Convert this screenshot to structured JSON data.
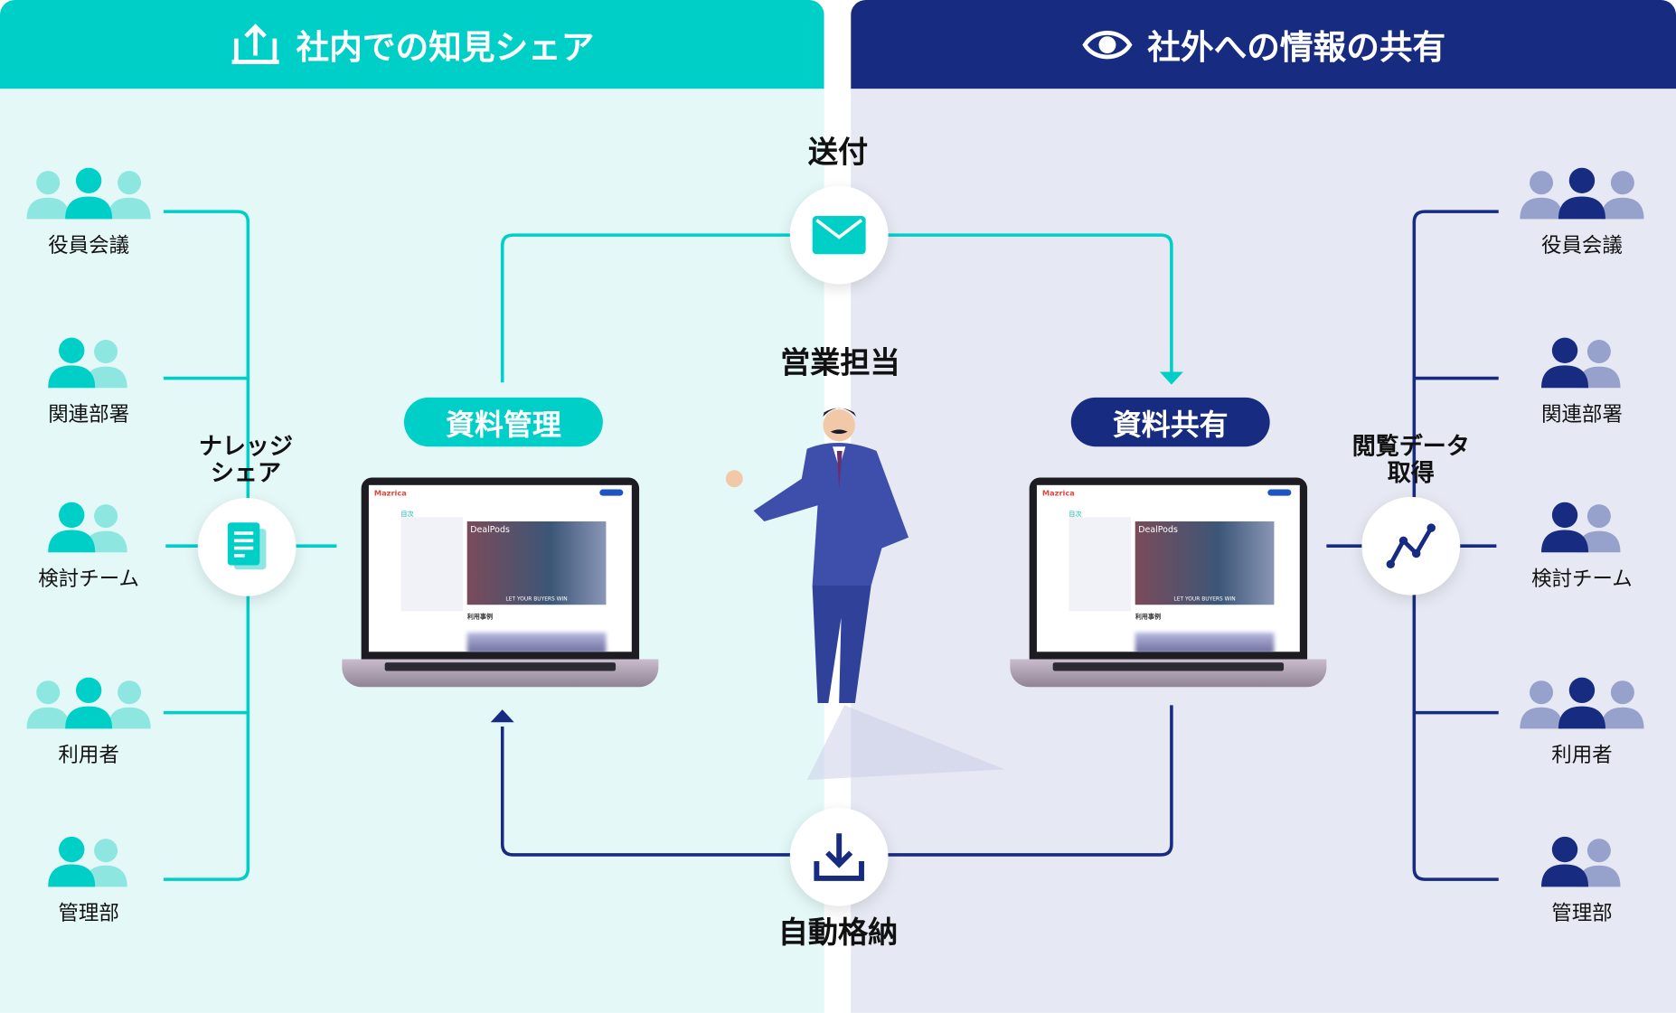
{
  "left_panel": {
    "title": "社内での知見シェア",
    "header_icon": "upload-icon",
    "color": "#00cfc8",
    "bg": "#e4f8f8"
  },
  "right_panel": {
    "title": "社外への情報の共有",
    "header_icon": "eye-icon",
    "color": "#172b80",
    "bg": "#e6e9f3"
  },
  "left_groups": [
    "役員会議",
    "関連部署",
    "検討チーム",
    "利用者",
    "管理部"
  ],
  "right_groups": [
    "役員会議",
    "関連部署",
    "検討チーム",
    "利用者",
    "管理部"
  ],
  "knowledge_share": "ナレッジ\nシェア",
  "view_data": "閲覧データ\n取得",
  "send": "送付",
  "sales_rep": "営業担当",
  "auto_store": "自動格納",
  "doc_manage": "資料管理",
  "doc_share": "資料共有",
  "laptop": {
    "brand": "Mazrica",
    "product": "DealPods",
    "banner": "LET YOUR BUYERS WIN",
    "section": "利用事例",
    "nav": "目次"
  }
}
